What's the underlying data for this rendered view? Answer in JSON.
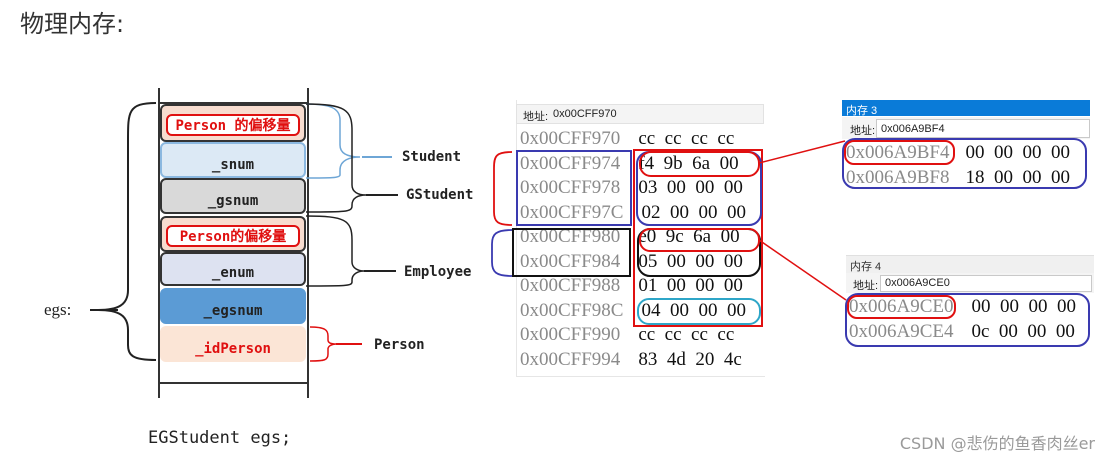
{
  "heading": "物理内存:",
  "layout": {
    "variable_label": "egs:",
    "caption": "EGStudent egs;",
    "fields": {
      "offset1": "Person 的偏移量",
      "snum": "_snum",
      "gsnum": "_gsnum",
      "offset2": "Person的偏移量",
      "enum": "_enum",
      "egsnum": "_egsnum",
      "idperson": "_idPerson"
    },
    "groups": {
      "student": "Student",
      "gstudent": "GStudent",
      "employee": "Employee",
      "person": "Person"
    },
    "colors": {
      "snum_fill": "#dce9f5",
      "gsnum_fill": "#d9d9d9",
      "offset_fill": "#f7dccf",
      "enum_fill": "#dde2f1",
      "egsnum_fill": "#5b9bd5",
      "idperson_fill": "#fbe5d6",
      "red": "#e01010",
      "blue": "#3a3ab0",
      "teal": "#2ea6c8"
    }
  },
  "memory_main": {
    "addr_label": "地址:",
    "addr_value": "0x00CFF970",
    "rows": [
      {
        "addr": "0x00CFF970",
        "bytes": "cc  cc  cc  cc"
      },
      {
        "addr": "0x00CFF974",
        "bytes": "f4  9b  6a  00"
      },
      {
        "addr": "0x00CFF978",
        "bytes": "03  00  00  00"
      },
      {
        "addr": "0x00CFF97C",
        "bytes": "02  00  00  00"
      },
      {
        "addr": "0x00CFF980",
        "bytes": "e0  9c  6a  00"
      },
      {
        "addr": "0x00CFF984",
        "bytes": "05  00  00  00"
      },
      {
        "addr": "0x00CFF988",
        "bytes": "01  00  00  00"
      },
      {
        "addr": "0x00CFF98C",
        "bytes": "04  00  00  00"
      },
      {
        "addr": "0x00CFF990",
        "bytes": "cc  cc  cc  cc"
      },
      {
        "addr": "0x00CFF994",
        "bytes": "83  4d  20  4c"
      }
    ]
  },
  "memory3": {
    "title": "内存 3",
    "addr_label": "地址:",
    "addr_value": "0x006A9BF4",
    "rows": [
      {
        "addr": "0x006A9BF4",
        "bytes": "00  00  00  00"
      },
      {
        "addr": "0x006A9BF8",
        "bytes": "18  00  00  00"
      }
    ]
  },
  "memory4": {
    "title": "内存 4",
    "addr_label": "地址:",
    "addr_value": "0x006A9CE0",
    "rows": [
      {
        "addr": "0x006A9CE0",
        "bytes": "00  00  00  00"
      },
      {
        "addr": "0x006A9CE4",
        "bytes": "0c  00  00  00"
      }
    ]
  },
  "watermark": "CSDN @悲伤的鱼香肉丝er"
}
